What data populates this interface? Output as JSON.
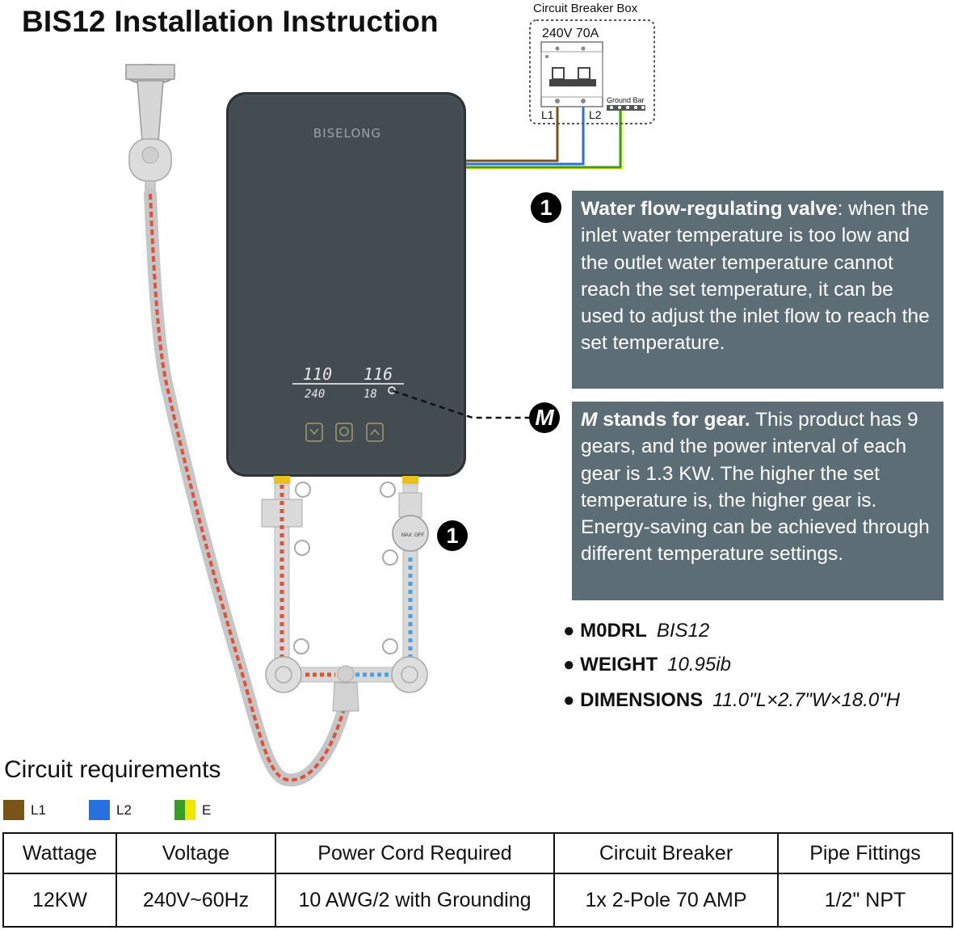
{
  "title": "BIS12 Installation Instruction",
  "breaker": {
    "label": "Circuit Breaker Box",
    "rating": "240V 70A",
    "l1": "L1",
    "l2": "L2",
    "ground": "Ground Bar"
  },
  "heater": {
    "brand": "BISELONG",
    "display_top_left": "110",
    "display_top_right": "116",
    "display_bottom_left": "240",
    "display_bottom_right": "18"
  },
  "valve": {
    "max": "MAX",
    "off": "OFF"
  },
  "badges": {
    "one": "1",
    "m": "M"
  },
  "callouts": {
    "valve_title": "Water flow-regulating valve",
    "valve_body": ": when the inlet water temperature is too low and the outlet water temperature cannot reach the set temperature, it can be used to adjust the inlet flow to reach the set temperature.",
    "gear_m": "M",
    "gear_title": " stands for gear.",
    "gear_body": " This product has 9 gears, and the power interval of each gear is 1.3 KW. The higher the set temperature is, the higher gear is. Energy-saving can be achieved through different temperature settings."
  },
  "specs": [
    {
      "key": "M0DRL",
      "value": "BIS12"
    },
    {
      "key": "WEIGHT",
      "value": "10.95ib"
    },
    {
      "key": "DIMENSIONS",
      "value": "11.0\"L×2.7\"W×18.0\"H"
    }
  ],
  "circuit": {
    "title": "Circuit requirements",
    "legend": [
      {
        "label": "L1",
        "color": "#7a5417"
      },
      {
        "label": "L2",
        "color": "#2870e0"
      },
      {
        "label": "E",
        "color": "#3a9a2a",
        "color2": "#f2e600"
      }
    ],
    "headers": [
      "Wattage",
      "Voltage",
      "Power Cord Required",
      "Circuit Breaker",
      "Pipe Fittings"
    ],
    "values": [
      "12KW",
      "240V~60Hz",
      "10 AWG/2 with Grounding",
      "1x 2-Pole 70 AMP",
      "1/2\" NPT"
    ]
  },
  "colors": {
    "callout_bg": "#5d6d76",
    "heater_body": "#434c51",
    "hot_pipe": "#e0503a",
    "cold_pipe": "#4aa0e0"
  }
}
